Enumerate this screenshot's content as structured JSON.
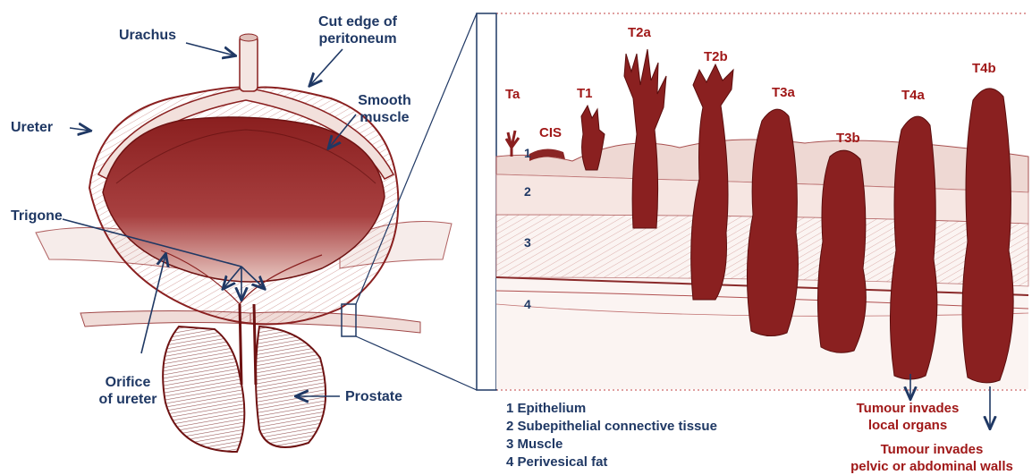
{
  "colors": {
    "tissue": "#9c2a2a",
    "tissue_dark": "#7a1a1a",
    "tissue_light": "#e9c9c4",
    "navy": "#1f3864",
    "red_label": "#a01818"
  },
  "bladder_labels": {
    "urachus": "Urachus",
    "cut_edge_line1": "Cut edge of",
    "cut_edge_line2": "peritoneum",
    "smooth_muscle_line1": "Smooth",
    "smooth_muscle_line2": "muscle",
    "ureter": "Ureter",
    "trigone": "Trigone",
    "orifice_line1": "Orifice",
    "orifice_line2": "of ureter",
    "prostate": "Prostate"
  },
  "stages": {
    "ta": "Ta",
    "cis": "CIS",
    "t1": "T1",
    "t2a": "T2a",
    "t2b": "T2b",
    "t3a": "T3a",
    "t3b": "T3b",
    "t4a": "T4a",
    "t4b": "T4b"
  },
  "layer_numbers": [
    "1",
    "2",
    "3",
    "4"
  ],
  "legend": [
    "1 Epithelium",
    "2 Subepithelial connective tissue",
    "3 Muscle",
    "4 Perivesical fat"
  ],
  "outcomes": {
    "t4a_line1": "Tumour invades",
    "t4a_line2": "local organs",
    "t4b_line1": "Tumour invades",
    "t4b_line2": "pelvic or abdominal walls"
  }
}
